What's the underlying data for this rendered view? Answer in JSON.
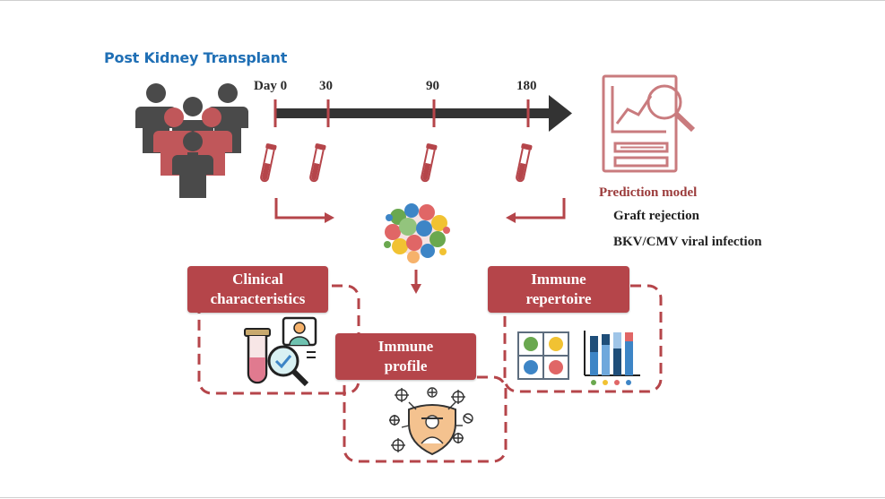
{
  "title": "Post Kidney Transplant",
  "timeline": {
    "ticks": [
      "Day 0",
      "30",
      "90",
      "180"
    ]
  },
  "prediction": {
    "title": "Prediction model",
    "items": [
      "Graft rejection",
      "BKV/CMV viral infection"
    ]
  },
  "boxes": {
    "clinical": [
      "Clinical",
      "characteristics"
    ],
    "immune_profile": [
      "Immune",
      "profile"
    ],
    "immune_repertoire": [
      "Immune",
      "repertoire"
    ]
  },
  "colors": {
    "accent_red": "#b5454a",
    "dark_arrow": "#333333",
    "title_blue": "#1f6fb5"
  },
  "icons": [
    "people-group-icon",
    "blood-tube-icon",
    "cell-cluster-icon",
    "report-magnifier-icon",
    "lab-test-icon",
    "virus-shield-icon",
    "cell-grid-icon",
    "bar-chart-icon"
  ]
}
